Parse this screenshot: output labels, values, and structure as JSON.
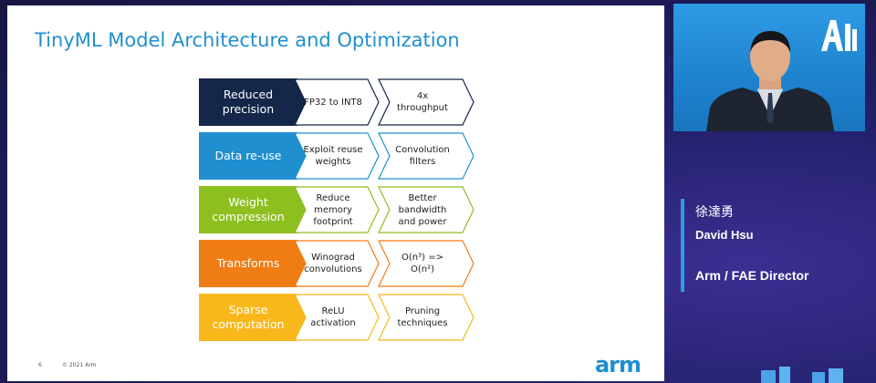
{
  "slide": {
    "title": "TinyML Model Architecture and Optimization",
    "page_number": "6",
    "copyright": "© 2021 Arm",
    "logo_text": "arm"
  },
  "diagram": {
    "rows": [
      {
        "lead": "Reduced\nprecision",
        "color": "#14264a",
        "border": "#14264a",
        "items": [
          "FP32 to INT8",
          "4x\nthroughput"
        ]
      },
      {
        "lead": "Data re-use",
        "color": "#1f8fd0",
        "border": "#1f8fd0",
        "items": [
          "Exploit reuse\nweights",
          "Convolution\nfilters"
        ]
      },
      {
        "lead": "Weight\ncompression",
        "color": "#8dbf1f",
        "border": "#8dbf1f",
        "items": [
          "Reduce\nmemory\nfootprint",
          "Better\nbandwidth\nand power"
        ]
      },
      {
        "lead": "Transforms",
        "color": "#f07d14",
        "border": "#f07d14",
        "items": [
          "Winograd\nconvolutions",
          "O(n³) =>\nO(n²)"
        ]
      },
      {
        "lead": "Sparse\ncomputation",
        "color": "#f8b81c",
        "border": "#f8b81c",
        "items": [
          "ReLU\nactivation",
          "Pruning\ntechniques"
        ]
      }
    ]
  },
  "speaker": {
    "name_cn": "徐達勇",
    "name": "David Hsu",
    "role": "Arm / FAE Director"
  }
}
